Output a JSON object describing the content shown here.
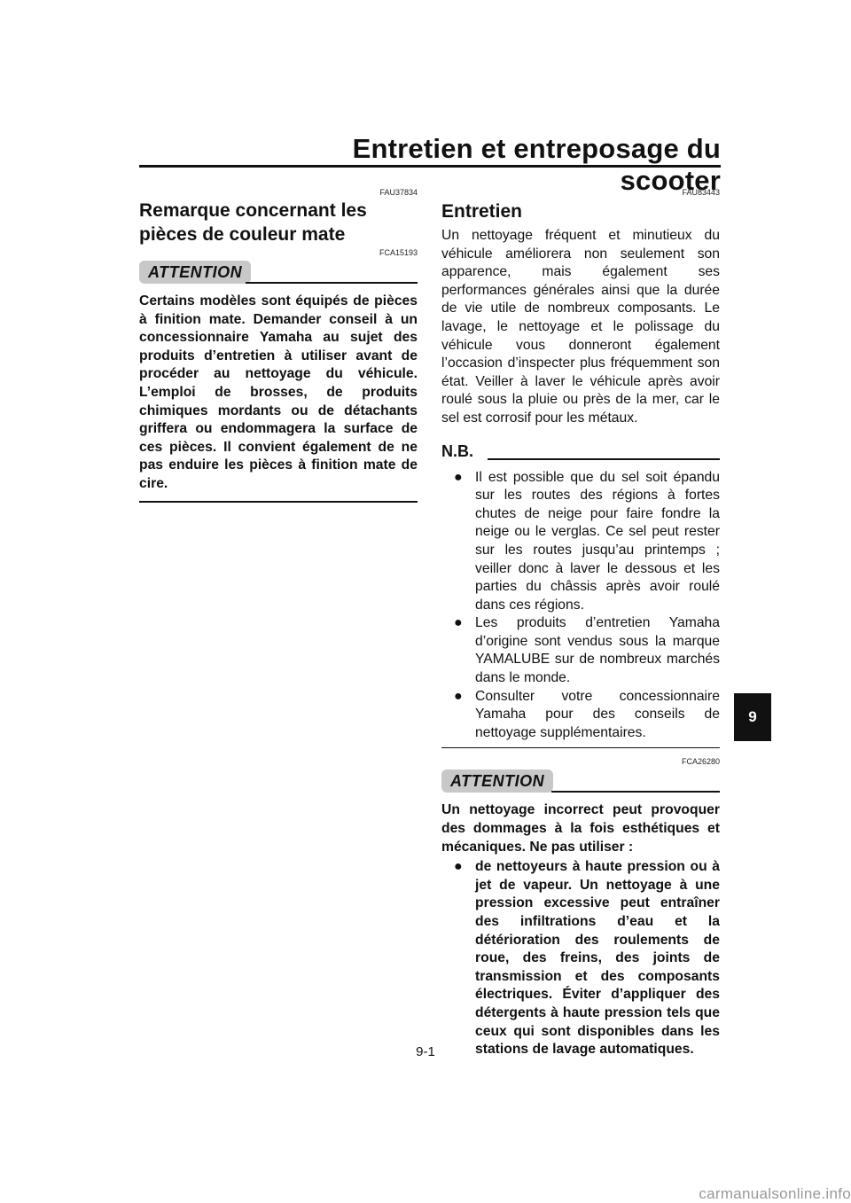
{
  "header": {
    "title": "Entretien et entreposage du scooter"
  },
  "left": {
    "code1": "FAU37834",
    "heading": "Remarque concernant les pièces de couleur mate",
    "code2": "FCA15193",
    "attention_label": "ATTENTION",
    "attention_text": "Certains modèles sont équipés de pièces à finition mate. Demander conseil à un concessionnaire Yamaha au sujet des produits d’entretien à utiliser avant de procéder au nettoyage du véhicule. L’emploi de brosses, de produits chimiques mordants ou de détachants griffera ou endommagera la surface de ces pièces. Il convient également de ne pas enduire les pièces à finition mate de cire."
  },
  "right": {
    "code1": "FAU83443",
    "heading": "Entretien",
    "paragraph": "Un nettoyage fréquent et minutieux du véhicule améliorera non seulement son apparence, mais également ses performances générales ainsi que la durée de vie utile de nombreux composants. Le lavage, le nettoyage et le polissage du véhicule vous donneront également l’occasion d’inspecter plus fréquemment son état. Veiller à laver le véhicule après avoir roulé sous la pluie ou près de la mer, car le sel est corrosif pour les métaux.",
    "nb_label": "N.B.",
    "nb_items": [
      "Il est possible que du sel soit épandu sur les routes des régions à fortes chutes de neige pour faire fondre la neige ou le verglas. Ce sel peut rester sur les routes jusqu’au printemps ; veiller donc à laver le dessous et les parties du châssis après avoir roulé dans ces régions.",
      "Les produits d’entretien Yamaha d’origine sont vendus sous la marque YAMALUBE sur de nombreux marchés dans le monde.",
      "Consulter votre concessionnaire Yamaha pour des conseils de nettoyage supplémentaires."
    ],
    "code2": "FCA26280",
    "attention_label": "ATTENTION",
    "attention_intro": "Un nettoyage incorrect peut provoquer des dommages à la fois esthétiques et mécaniques. Ne pas utiliser :",
    "attention_items": [
      "de nettoyeurs à haute pression ou à jet de vapeur. Un nettoyage à une pression excessive peut entraîner des infiltrations d’eau et la détérioration des roulements de roue, des freins, des joints de transmission et des composants électriques. Éviter d’appliquer des détergents à haute pression tels que ceux qui sont disponibles dans les stations de lavage automatiques."
    ]
  },
  "bullet": "●",
  "side_tab": "9",
  "page_number": "9-1",
  "watermark": "carmanualsonline.info"
}
